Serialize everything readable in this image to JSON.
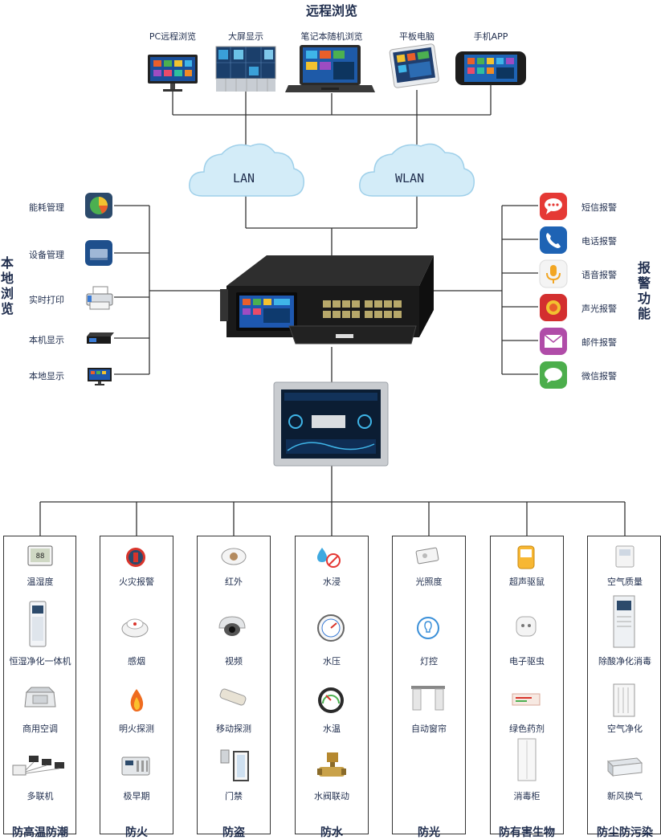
{
  "title_top": "远程浏览",
  "title_left": "本地浏览",
  "title_right": "报警功能",
  "remote_devices": [
    "PC远程浏览",
    "大屏显示",
    "笔记本随机浏览",
    "平板电脑",
    "手机APP"
  ],
  "clouds": [
    "LAN",
    "WLAN"
  ],
  "local_items": [
    "能耗管理",
    "设备管理",
    "实时打印",
    "本机显示",
    "本地显示"
  ],
  "alarm_items": [
    "短信报警",
    "电话报警",
    "语音报警",
    "声光报警",
    "邮件报警",
    "微信报警"
  ],
  "columns": [
    {
      "footer": "防高温防潮",
      "items": [
        "温湿度",
        "恒湿净化一体机",
        "商用空调",
        "多联机"
      ]
    },
    {
      "footer": "防火",
      "items": [
        "火灾报警",
        "感烟",
        "明火探测",
        "极早期"
      ]
    },
    {
      "footer": "防盗",
      "items": [
        "红外",
        "视频",
        "移动探测",
        "门禁"
      ]
    },
    {
      "footer": "防水",
      "items": [
        "水浸",
        "水压",
        "水温",
        "水阀联动"
      ]
    },
    {
      "footer": "防光",
      "items": [
        "光照度",
        "灯控",
        "自动窗帘"
      ]
    },
    {
      "footer": "防有害生物",
      "items": [
        "超声驱鼠",
        "电子驱虫",
        "绿色药剂",
        "消毒柜"
      ]
    },
    {
      "footer": "防尘防污染",
      "items": [
        "空气质量",
        "除酸净化消毒",
        "空气净化",
        "新风换气"
      ]
    }
  ],
  "colors": {
    "line": "#333333",
    "text": "#1f2d4d",
    "cloud": "#cfe9f5"
  }
}
